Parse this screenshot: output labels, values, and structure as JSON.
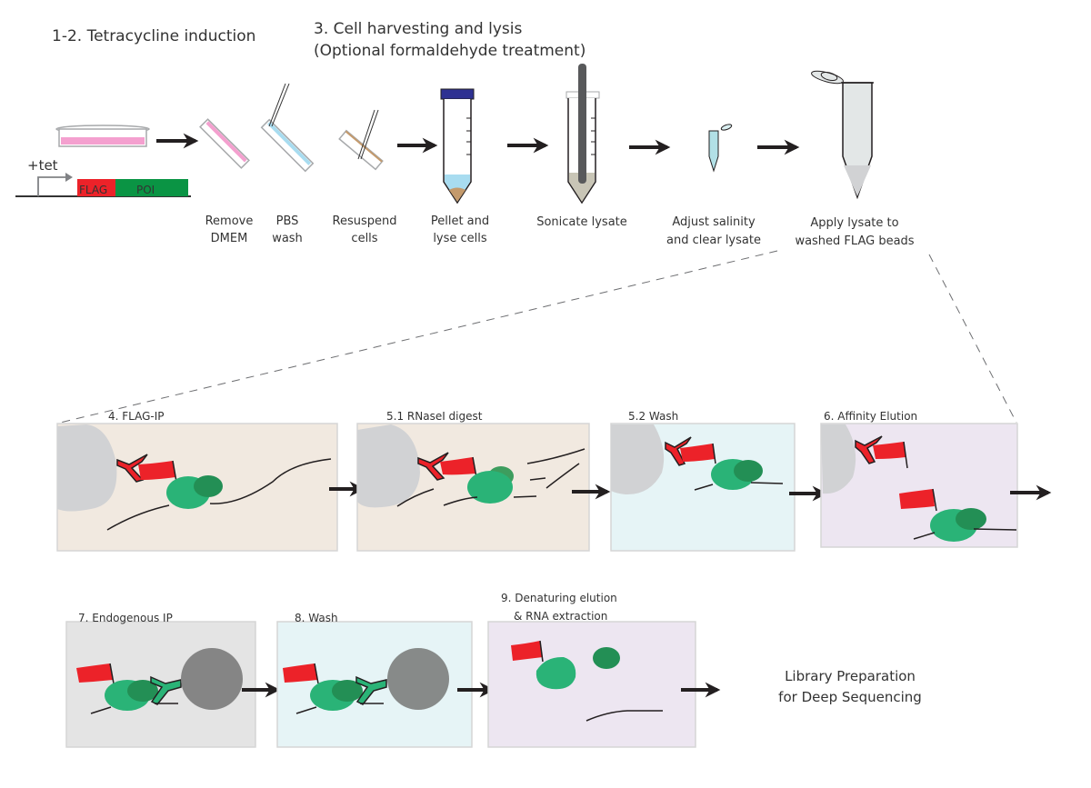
{
  "headers": {
    "step12": "1-2. Tetracycline induction",
    "step3_line1": "3. Cell harvesting and lysis",
    "step3_line2": "(Optional formaldehyde treatment)"
  },
  "construct": {
    "inducer": "+tet",
    "flag_label": "FLAG",
    "poi_label": "POI"
  },
  "top_steps": [
    {
      "line1": "Remove",
      "line2": "DMEM"
    },
    {
      "line1": "PBS",
      "line2": "wash"
    },
    {
      "line1": "Resuspend",
      "line2": "cells"
    },
    {
      "line1": "Pellet and",
      "line2": "lyse cells"
    },
    {
      "line1": "Sonicate lysate",
      "line2": ""
    },
    {
      "line1": "Adjust salinity",
      "line2": "and clear lysate"
    },
    {
      "line1": "Apply lysate to",
      "line2": "washed FLAG beads"
    }
  ],
  "panels": [
    {
      "title": "4. FLAG-IP",
      "bg": "#f1e9e0"
    },
    {
      "title": "5.1 RNaseI digest",
      "bg": "#f1e9e0"
    },
    {
      "title": "5.2 Wash",
      "bg": "#e6f4f6"
    },
    {
      "title": "6. Affinity Elution",
      "bg": "#ede6f1"
    },
    {
      "title": "7. Endogenous IP",
      "bg": "#e4e4e4"
    },
    {
      "title": "8. Wash",
      "bg": "#e6f4f6"
    },
    {
      "title": "9. Denaturing elution",
      "title2": "& RNA extraction",
      "bg": "#ede6f1"
    }
  ],
  "final_step": {
    "line1": "Library Preparation",
    "line2": "for Deep Sequencing"
  },
  "colors": {
    "flag_red": "#ec2229",
    "poi_green": "#0a9444",
    "protein_green": "#2ab377",
    "protein_dark_green": "#238f55",
    "bead_light": "#d1d2d4",
    "bead_dark": "#858585",
    "arrow": "#231f20",
    "panel_border": "#d5d5d5"
  }
}
